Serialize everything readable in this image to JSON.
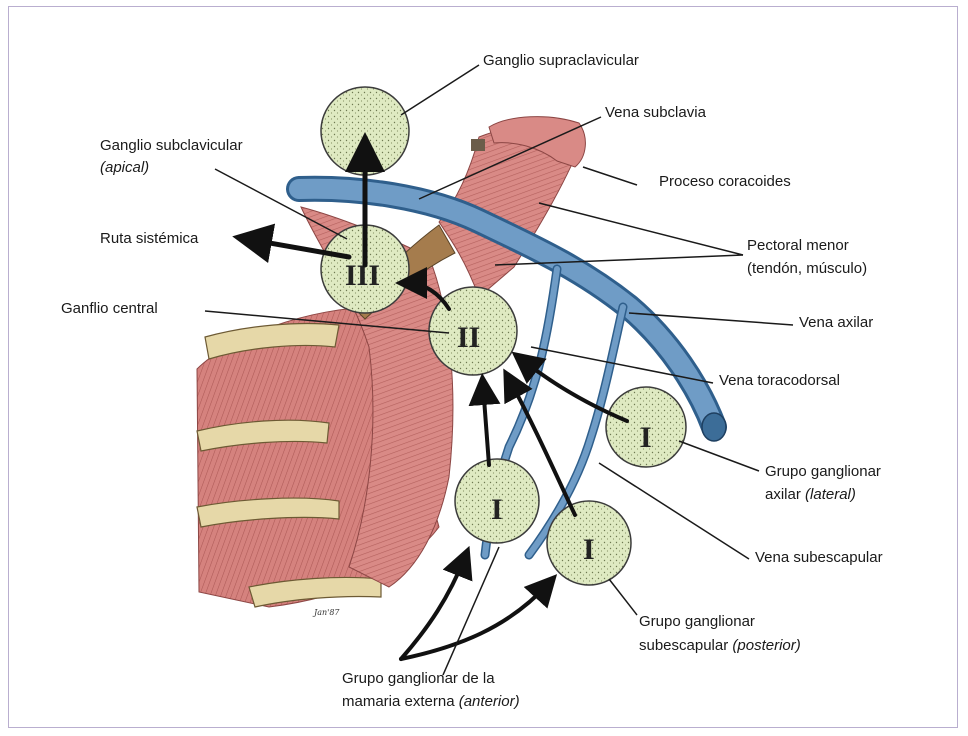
{
  "labels": {
    "ganglio_supraclavicular": "Ganglio supraclavicular",
    "vena_subclavia": "Vena subclavia",
    "ganglio_subclavicular": "Ganglio subclavicular",
    "ganglio_subclavicular_note": "(apical)",
    "proceso_coracoides": "Proceso coracoides",
    "ruta_sistemica": "Ruta sistémica",
    "pectoral_menor_line1": "Pectoral menor",
    "pectoral_menor_line2": "(tendón, músculo)",
    "ganglio_central": "Ganflio central",
    "vena_axilar": "Vena axilar",
    "vena_toracodorsal": "Vena toracodorsal",
    "grupo_axilar_line1": "Grupo ganglionar",
    "grupo_axilar_line2": "axilar",
    "grupo_axilar_note": "(lateral)",
    "vena_subescapular": "Vena subescapular",
    "grupo_subescapular_line1": "Grupo ganglionar",
    "grupo_subescapular_line2": "subescapular",
    "grupo_subescapular_note": "(posterior)",
    "grupo_mamaria_line1": "Grupo ganglionar de la",
    "grupo_mamaria_line2": "mamaria externa",
    "grupo_mamaria_note": "(anterior)"
  },
  "node_numerals": {
    "apical": "III",
    "central": "II",
    "lateral": "I",
    "anterior": "I",
    "posterior": "I"
  },
  "signature": "Jan'87",
  "colors": {
    "muscle": "#d98a86",
    "muscle_dark": "#a8504e",
    "vein": "#6f9cc6",
    "vein_dark": "#2f5f8c",
    "node": "#dfeac2",
    "bone": "#e6d8a8",
    "tendon": "#a57c4d",
    "border": "#b9aecf"
  }
}
